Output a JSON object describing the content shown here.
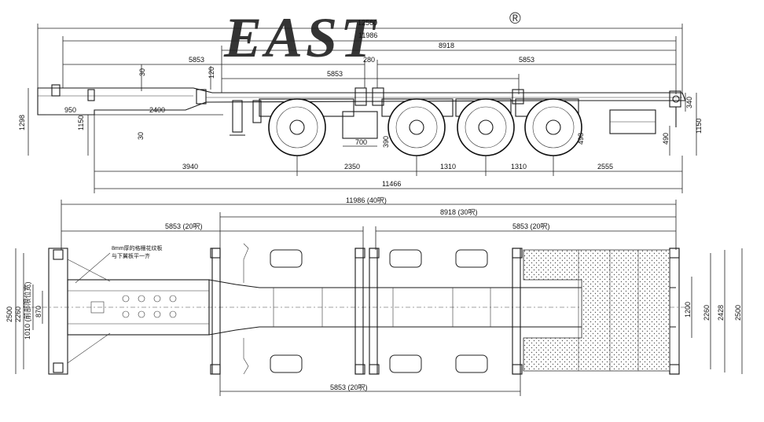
{
  "brand": {
    "logo_text": "EAST",
    "registered_mark": "®",
    "colors": {
      "logo_left": "#f08a5d",
      "logo_right": "#7f93b8"
    }
  },
  "side_view": {
    "dims_top": {
      "overall": "12560",
      "container_40": "11986",
      "container_30": "8918",
      "front_20": "5853",
      "gap": "280",
      "rear_20": "5853",
      "mid_20": "5853",
      "drop_30": "30",
      "drop_120": "120"
    },
    "dims_left": {
      "total_height": "1298",
      "front_950": "950",
      "neck_2400": "2400",
      "height_1150": "1150",
      "step_30": "30"
    },
    "dims_right": {
      "h340": "340",
      "h1150": "1150",
      "h490": "490",
      "h498": "498",
      "h390": "390",
      "w700": "700"
    },
    "dims_bottom": {
      "kingpin_to_axle": "3940",
      "axle_2350": "2350",
      "axle_1310_a": "1310",
      "axle_1310_b": "1310",
      "rear_overhang": "2555",
      "wheelbase_total": "11466"
    }
  },
  "top_view": {
    "dims_top": {
      "container_40": "11986 (40呎)",
      "container_30": "8918 (30呎)",
      "front_20": "5853 (20呎)",
      "rear_20": "5853 (20呎)"
    },
    "dims_bottom": {
      "middle_20": "5853 (20呎)"
    },
    "dims_left": {
      "w2500": "2500",
      "w2260": "2260",
      "w870": "870",
      "w1010": "1010 (前部限位宽)"
    },
    "dims_right": {
      "w1200": "1200",
      "w2260": "2260",
      "w2428": "2428",
      "w2500": "2500"
    },
    "note_lines": [
      "8mm厚的格栅花纹板",
      "与下翼板平一齐"
    ]
  }
}
